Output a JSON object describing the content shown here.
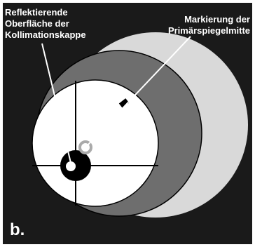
{
  "figure_label": "b.",
  "annotations": {
    "left_label": [
      "Reflektierende",
      "Oberfläche der",
      "Kollimationskappe"
    ],
    "right_label": [
      "Markierung der",
      "Primärspiegelmitte"
    ]
  },
  "colors": {
    "background": "#1a1a1a",
    "outer_circle": "#d9d9d9",
    "mid_circle": "#6e6e6e",
    "inner_circle": "#ffffff",
    "lines": "#000000",
    "label_text": "#ffffff"
  }
}
